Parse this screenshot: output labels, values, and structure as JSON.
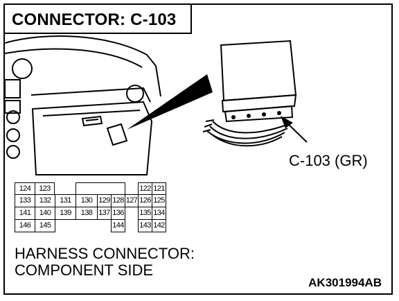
{
  "title": "CONNECTOR: C-103",
  "connector_label": "C-103 (GR)",
  "harness": {
    "line1": "HARNESS CONNECTOR:",
    "line2": "COMPONENT SIDE"
  },
  "figure_code": "AK301994AB",
  "pins": {
    "row1": [
      "124",
      "123",
      "",
      "",
      "",
      "",
      "",
      "",
      "122",
      "121"
    ],
    "row2": [
      "133",
      "132",
      "131",
      "130",
      "129",
      "128",
      "127",
      "126",
      "125"
    ],
    "row3": [
      "141",
      "140",
      "139",
      "138",
      "137",
      "136",
      "135",
      "134"
    ],
    "row4": [
      "146",
      "145",
      "144",
      "143",
      "142"
    ]
  },
  "colors": {
    "line": "#000000",
    "background": "#ffffff"
  }
}
